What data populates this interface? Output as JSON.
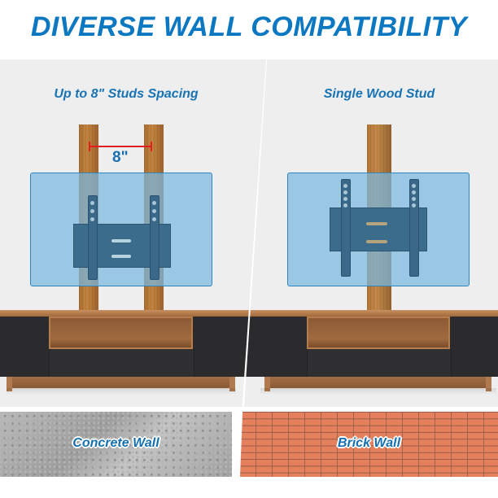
{
  "title": "DIVERSE WALL COMPATIBILITY",
  "panels": [
    {
      "subtitle": "Up to 8\" Studs Spacing",
      "measure_label": "8\"",
      "studs": 2
    },
    {
      "subtitle": "Single Wood Stud",
      "studs": 1
    }
  ],
  "walls": [
    {
      "label": "Concrete Wall"
    },
    {
      "label": "Brick Wall"
    }
  ],
  "colors": {
    "title": "#0c78c2",
    "subtitle": "#1873b4",
    "measure": "#e02020",
    "tv": "#78b9e1",
    "mount": "#3c6c8c",
    "stud": "#b57a3a",
    "brick": "#e5805f",
    "concrete": "#aaaaaa"
  }
}
